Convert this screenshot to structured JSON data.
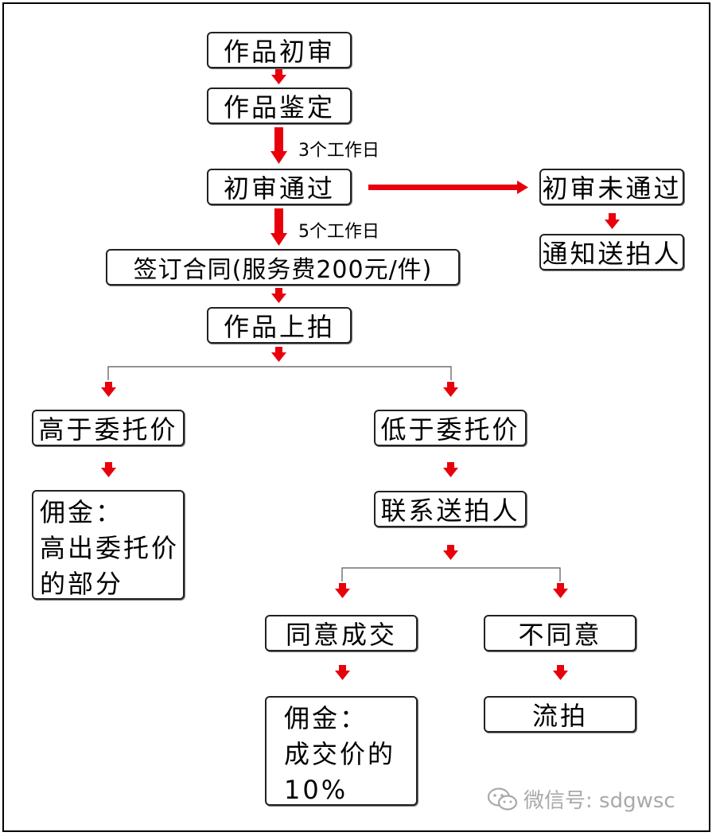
{
  "flow": {
    "initial_review": "作品初审",
    "appraisal": "作品鉴定",
    "approved": "初审通过",
    "rejected": "初审未通过",
    "notify_consignor": "通知送拍人",
    "sign_contract": "签订合同(服务费200元/件)",
    "listed": "作品上拍",
    "above_reserve": "高于委托价",
    "commission_above": "佣金：\n高出委托价\n的部分",
    "below_reserve": "低于委托价",
    "contact_consignor": "联系送拍人",
    "agree_deal": "同意成交",
    "disagree": "不同意",
    "commission_deal": "佣金：\n成交价的\n10%",
    "unsold": "流拍"
  },
  "notes": {
    "days_3": "3个工作日",
    "days_5": "5个工作日"
  },
  "watermark": {
    "text": "微信号: sdgwsc",
    "icon": "wechat-icon"
  },
  "colors": {
    "arrow": "#e8000b",
    "line": "#555555",
    "border": "#222222",
    "watermark": "#a9a9a9"
  }
}
